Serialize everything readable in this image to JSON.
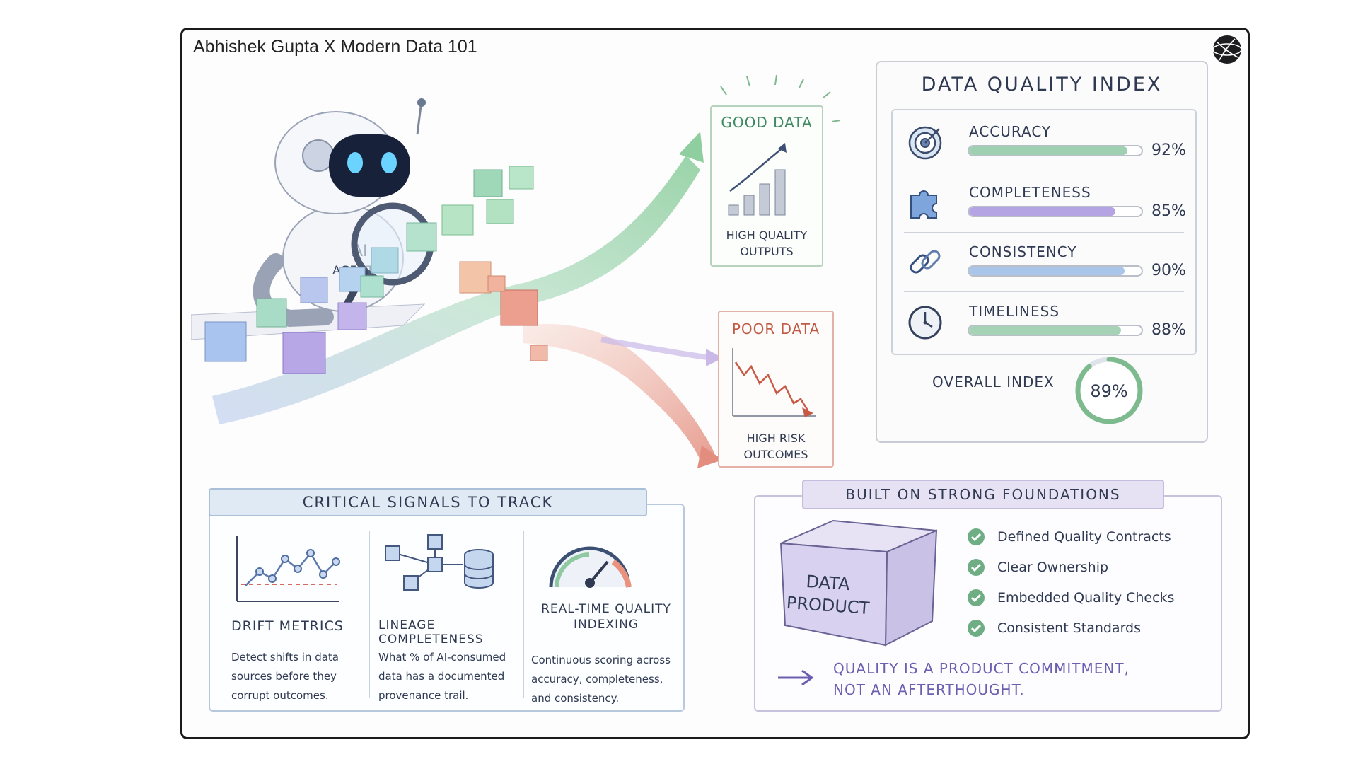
{
  "brand": "Abhishek Gupta X Modern Data 101",
  "robot_label": [
    "AI",
    "AGENT"
  ],
  "good_data": {
    "title": "GOOD DATA",
    "caption": [
      "HIGH QUALITY",
      "OUTPUTS"
    ]
  },
  "poor_data": {
    "title": "POOR DATA",
    "caption": [
      "HIGH RISK",
      "OUTCOMES"
    ]
  },
  "dqi": {
    "title": "DATA QUALITY INDEX",
    "metrics": [
      {
        "label": "ACCURACY",
        "value": 92,
        "pct": "92%",
        "color": "#9fd0b2",
        "icon": "target-icon"
      },
      {
        "label": "COMPLETENESS",
        "value": 85,
        "pct": "85%",
        "color": "#b5a4e3",
        "icon": "puzzle-icon"
      },
      {
        "label": "CONSISTENCY",
        "value": 90,
        "pct": "90%",
        "color": "#a9c6ea",
        "icon": "chain-link-icon"
      },
      {
        "label": "TIMELINESS",
        "value": 88,
        "pct": "88%",
        "color": "#a6d3b6",
        "icon": "clock-icon"
      }
    ],
    "overall_label": "OVERALL INDEX",
    "overall_value": 89,
    "overall_pct": "89%"
  },
  "signals": {
    "title": "CRITICAL SIGNALS TO TRACK",
    "items": [
      {
        "title": "DRIFT METRICS",
        "desc": [
          "Detect shifts in data",
          "sources before they",
          "corrupt outcomes."
        ]
      },
      {
        "title": "LINEAGE COMPLETENESS",
        "desc": [
          "What % of AI-consumed",
          "data has a documented",
          "provenance trail."
        ]
      },
      {
        "title": [
          "REAL-TIME QUALITY",
          "INDEXING"
        ],
        "desc": [
          "Continuous scoring across",
          "accuracy, completeness,",
          "and consistency."
        ]
      }
    ]
  },
  "foundations": {
    "title": "BUILT ON STRONG FOUNDATIONS",
    "product_label": [
      "DATA",
      "PRODUCT"
    ],
    "checks": [
      "Defined Quality Contracts",
      "Clear Ownership",
      "Embedded Quality Checks",
      "Consistent Standards"
    ],
    "commitment": [
      "QUALITY IS A PRODUCT COMMITMENT,",
      "NOT AN AFTERTHOUGHT."
    ]
  }
}
